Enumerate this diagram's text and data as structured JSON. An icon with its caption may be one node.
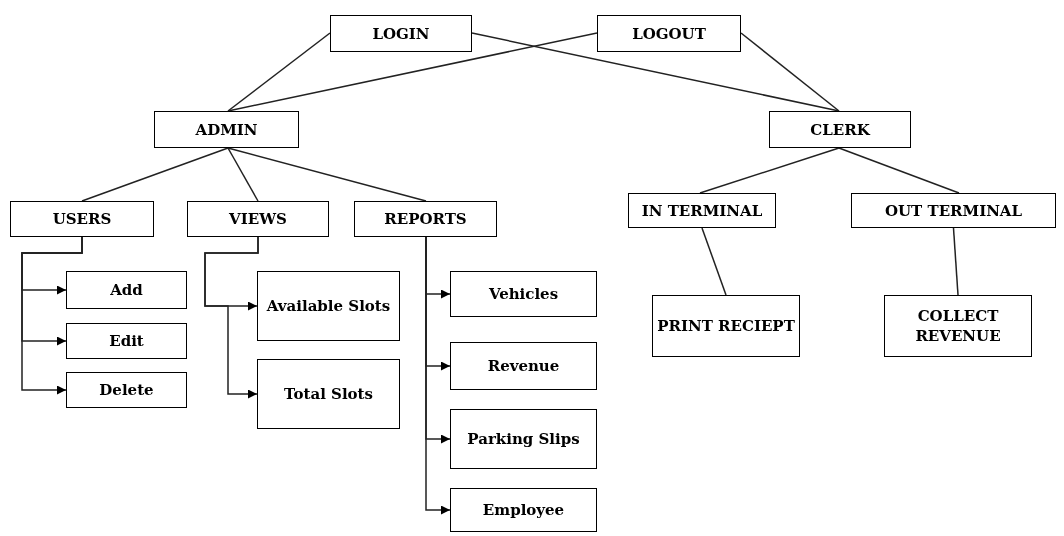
{
  "diagram": {
    "nodes": [
      {
        "text": [
          "LOGIN"
        ]
      },
      {
        "text": [
          "LOGOUT"
        ]
      },
      {
        "text": [
          "ADMIN"
        ]
      },
      {
        "text": [
          "CLERK"
        ]
      },
      {
        "text": [
          "USERS"
        ]
      },
      {
        "text": [
          "VIEWS"
        ]
      },
      {
        "text": [
          "REPORTS"
        ]
      },
      {
        "text": [
          "IN TERMINAL"
        ]
      },
      {
        "text": [
          "OUT TERMINAL"
        ]
      },
      {
        "text": [
          "Add"
        ]
      },
      {
        "text": [
          "Edit"
        ]
      },
      {
        "text": [
          "Delete"
        ]
      },
      {
        "text": [
          "Available Slots"
        ]
      },
      {
        "text": [
          "Total Slots"
        ]
      },
      {
        "text": [
          "Vehicles"
        ]
      },
      {
        "text": [
          "Revenue"
        ]
      },
      {
        "text": [
          "Parking Slips"
        ]
      },
      {
        "text": [
          "Employee"
        ]
      },
      {
        "text": [
          "PRINT RECIEPT"
        ]
      },
      {
        "text": [
          "COLLECT REVENUE"
        ]
      }
    ],
    "edges": [
      {
        "from": 0,
        "to": 2,
        "arrow": "none"
      },
      {
        "from": 0,
        "to": 3,
        "arrow": "none"
      },
      {
        "from": 1,
        "to": 2,
        "arrow": "none"
      },
      {
        "from": 1,
        "to": 3,
        "arrow": "none"
      },
      {
        "from": 2,
        "to": 4,
        "arrow": "none"
      },
      {
        "from": 2,
        "to": 5,
        "arrow": "none"
      },
      {
        "from": 2,
        "to": 6,
        "arrow": "none"
      },
      {
        "from": 3,
        "to": 7,
        "arrow": "none"
      },
      {
        "from": 3,
        "to": 8,
        "arrow": "none"
      },
      {
        "from": 4,
        "to": 9,
        "arrow": "to"
      },
      {
        "from": 4,
        "to": 10,
        "arrow": "to"
      },
      {
        "from": 4,
        "to": 11,
        "arrow": "to"
      },
      {
        "from": 5,
        "to": 12,
        "arrow": "to"
      },
      {
        "from": 5,
        "to": 13,
        "arrow": "to"
      },
      {
        "from": 6,
        "to": 14,
        "arrow": "to"
      },
      {
        "from": 6,
        "to": 15,
        "arrow": "to"
      },
      {
        "from": 6,
        "to": 16,
        "arrow": "to"
      },
      {
        "from": 6,
        "to": 17,
        "arrow": "to"
      },
      {
        "from": 7,
        "to": 18,
        "arrow": "none"
      },
      {
        "from": 8,
        "to": 19,
        "arrow": "none"
      }
    ]
  }
}
